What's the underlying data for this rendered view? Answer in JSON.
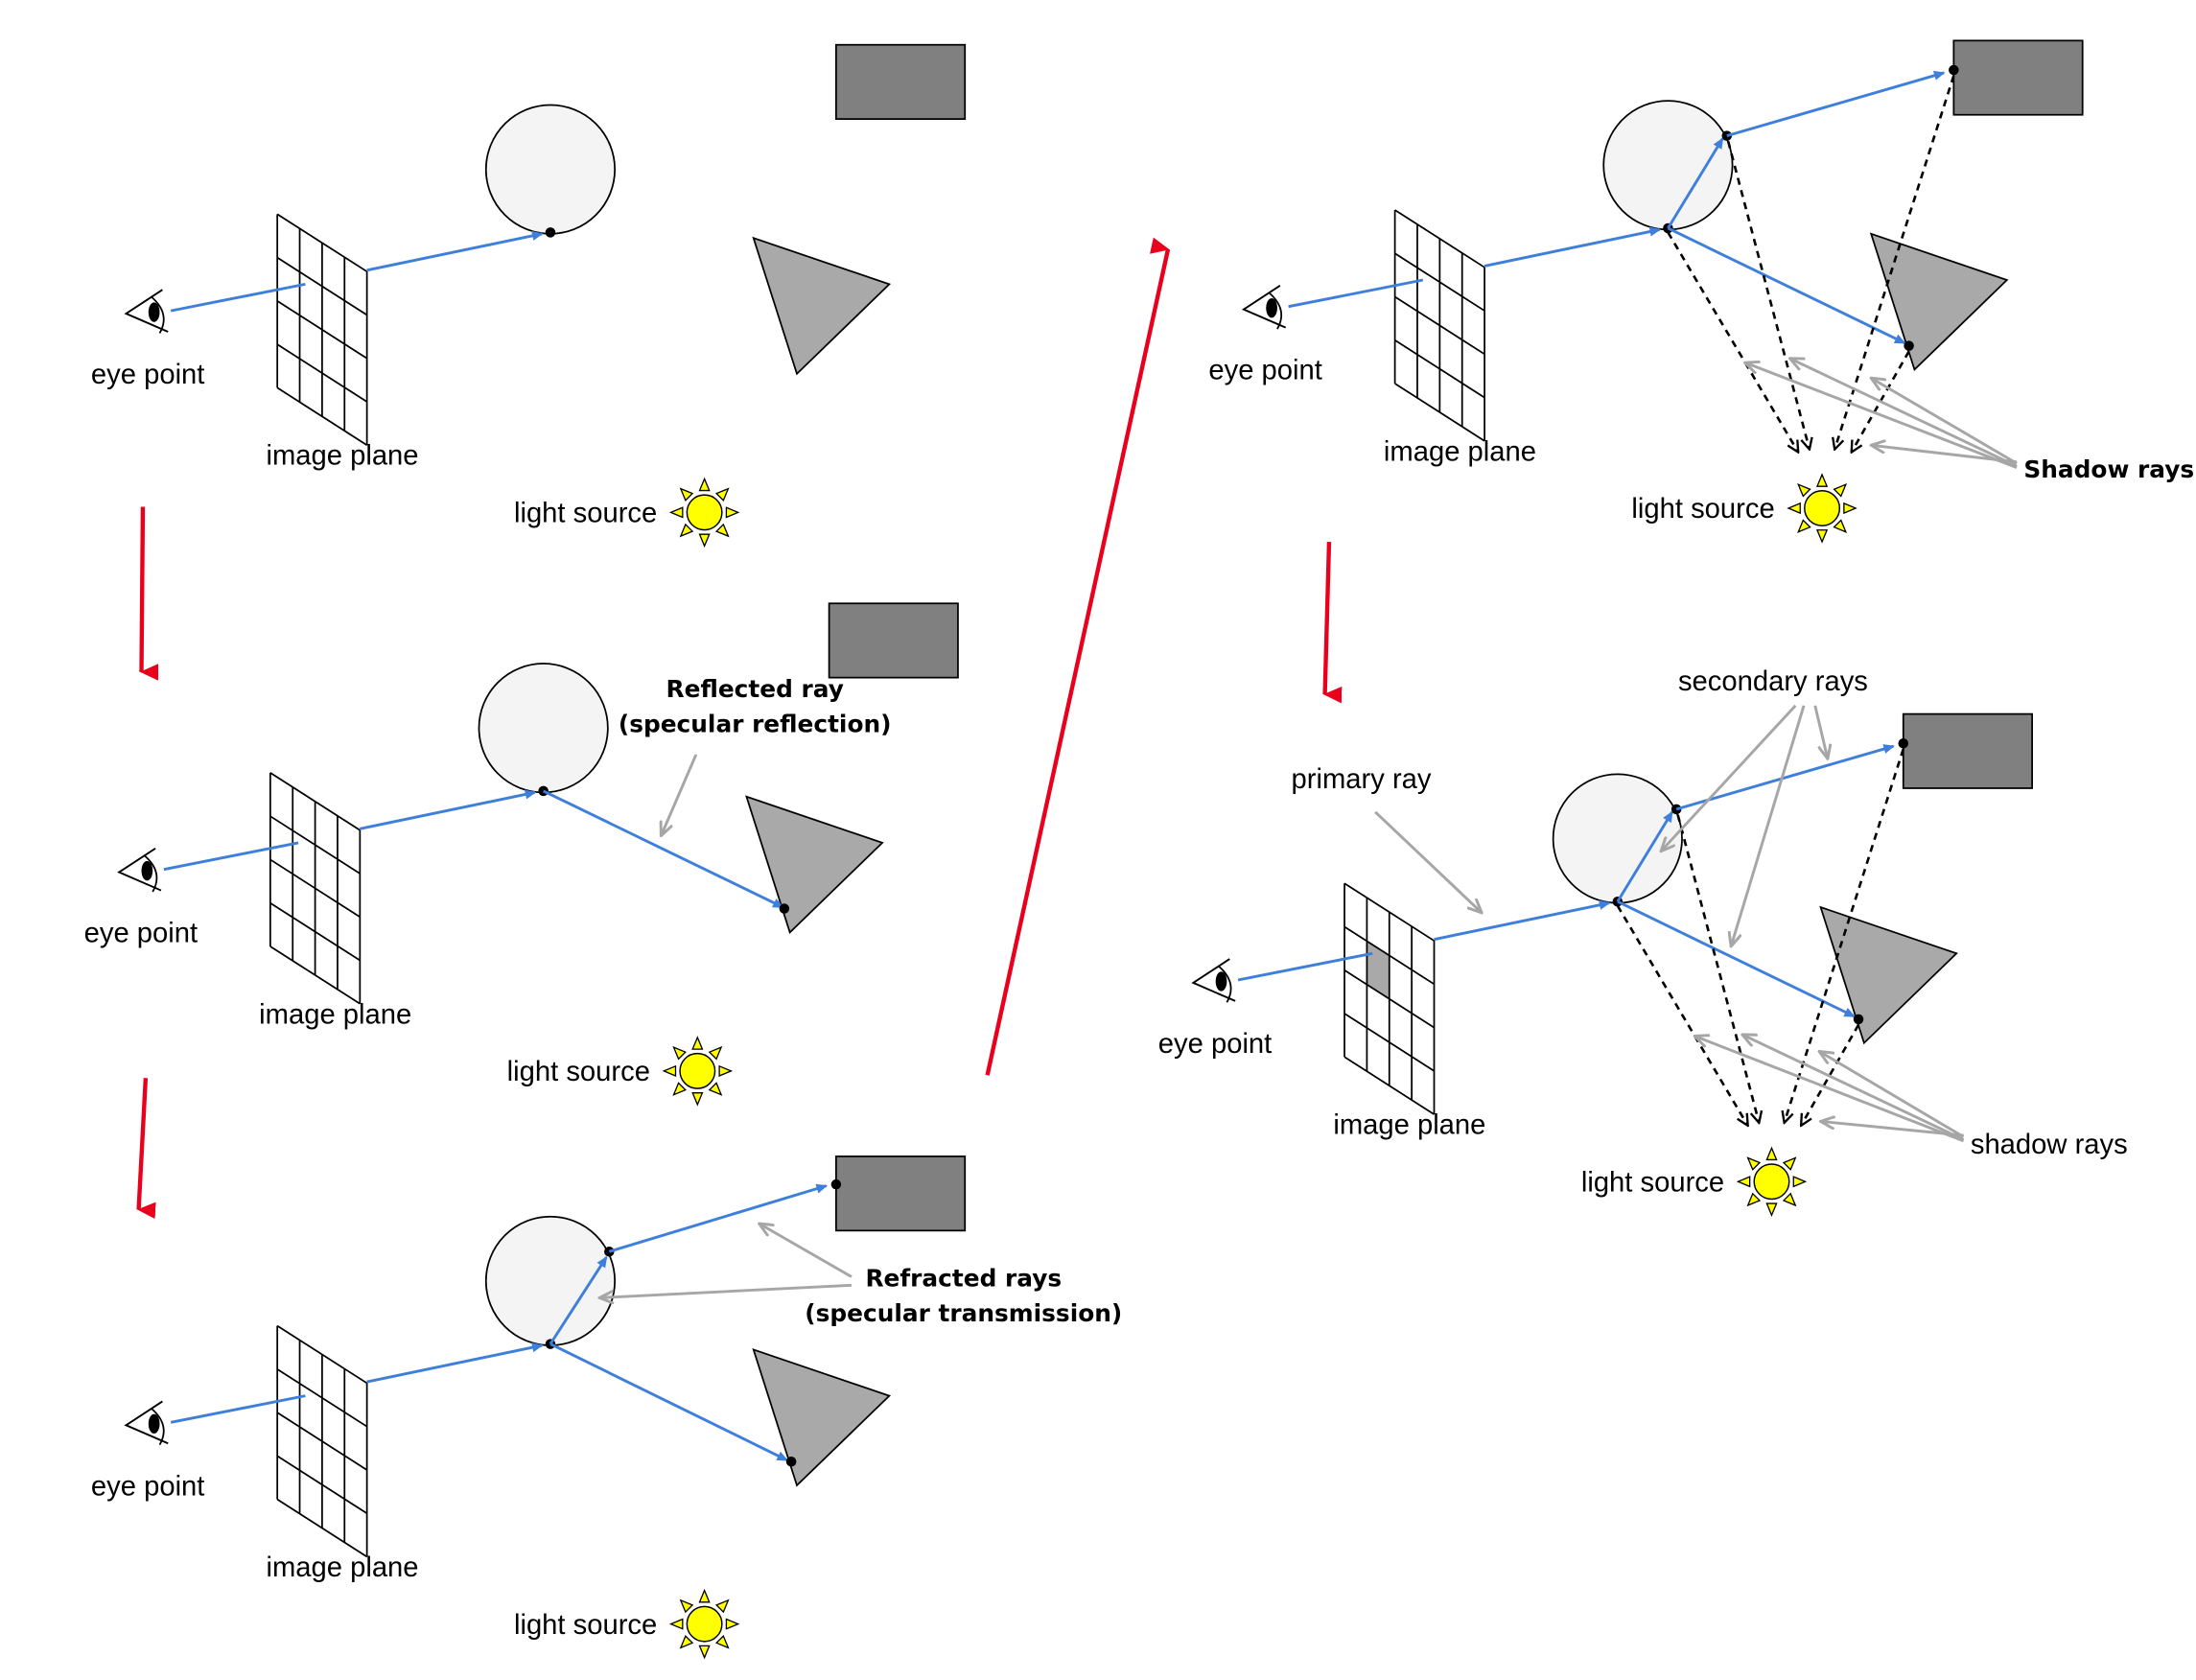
{
  "colors": {
    "background": "#ffffff",
    "ray": "#3f7fdc",
    "annotation": "#a6a6a6",
    "step_arrow": "#e8001c",
    "sphere_fill": "#f4f4f4",
    "rect_fill": "#808080",
    "triangle_fill": "#a9a9a9",
    "pixel_highlight": "#a9a9a9",
    "sun_fill": "#ffff00",
    "outline": "#000000"
  },
  "panels": [
    {
      "id": "primary-ray-panel",
      "labels": {
        "eye": "eye point",
        "plane": "image plane",
        "light": "light source"
      }
    },
    {
      "id": "reflection-panel",
      "labels": {
        "eye": "eye point",
        "plane": "image plane",
        "light": "light source"
      },
      "callout": {
        "line1": "Reflected ray",
        "line2": "(specular reflection)"
      }
    },
    {
      "id": "refraction-panel",
      "labels": {
        "eye": "eye point",
        "plane": "image plane",
        "light": "light source"
      },
      "callout": {
        "line1": "Refracted rays",
        "line2": "(specular transmission)"
      }
    },
    {
      "id": "shadow-panel",
      "labels": {
        "eye": "eye point",
        "plane": "image plane",
        "light": "light source"
      },
      "callout": {
        "line1": "Shadow rays"
      }
    },
    {
      "id": "summary-panel",
      "labels": {
        "eye": "eye point",
        "plane": "image plane",
        "light": "light source"
      },
      "callouts": {
        "primary": "primary ray",
        "secondary": "secondary rays",
        "shadow": "shadow rays"
      }
    }
  ]
}
